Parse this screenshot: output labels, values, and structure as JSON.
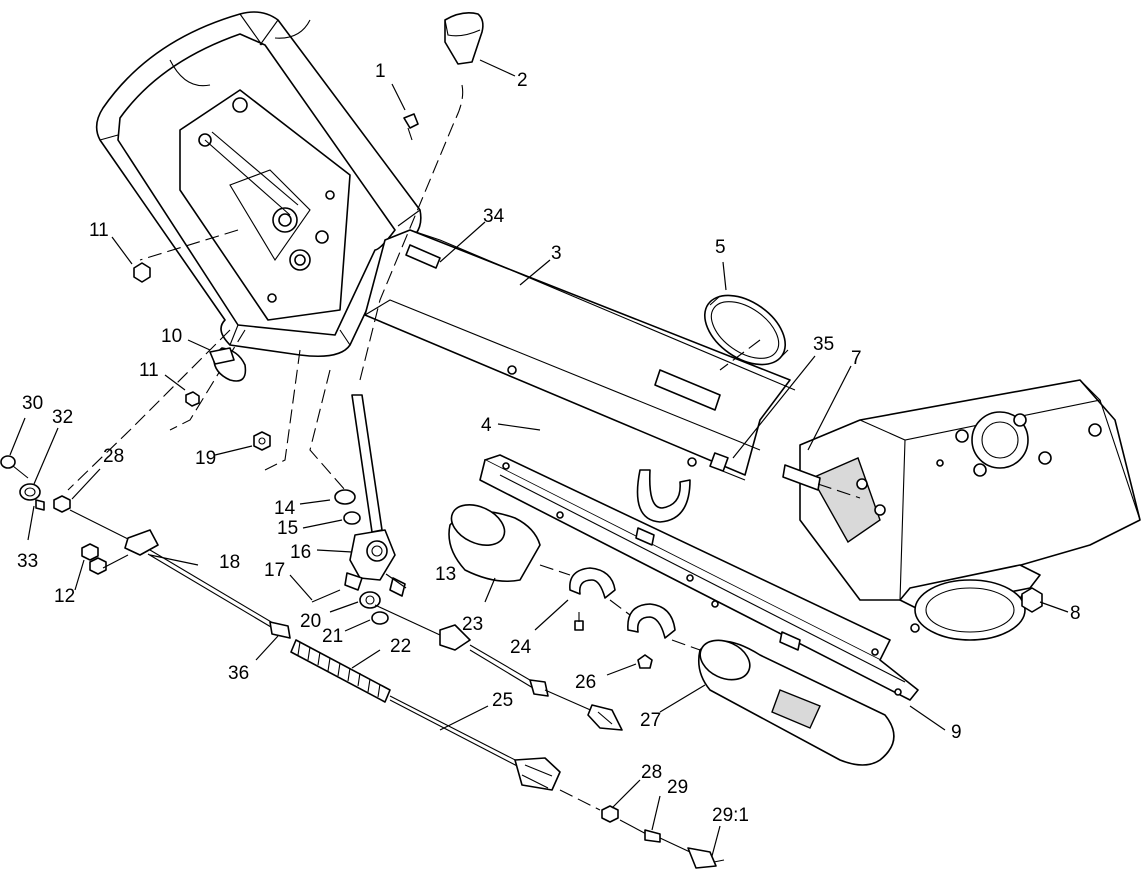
{
  "callouts": {
    "c1": "1",
    "c2": "2",
    "c3": "3",
    "c4": "4",
    "c5": "5",
    "c7": "7",
    "c8": "8",
    "c9": "9",
    "c10": "10",
    "c11a": "11",
    "c11b": "11",
    "c12": "12",
    "c13": "13",
    "c14": "14",
    "c15": "15",
    "c16": "16",
    "c17": "17",
    "c18": "18",
    "c19": "19",
    "c20": "20",
    "c21": "21",
    "c22": "22",
    "c23": "23",
    "c24": "24",
    "c25": "25",
    "c26": "26",
    "c27": "27",
    "c28a": "28",
    "c28b": "28",
    "c29": "29",
    "c29_1": "29:1",
    "c30": "30",
    "c32": "32",
    "c33": "33",
    "c34": "34",
    "c35": "35",
    "c36": "36"
  }
}
